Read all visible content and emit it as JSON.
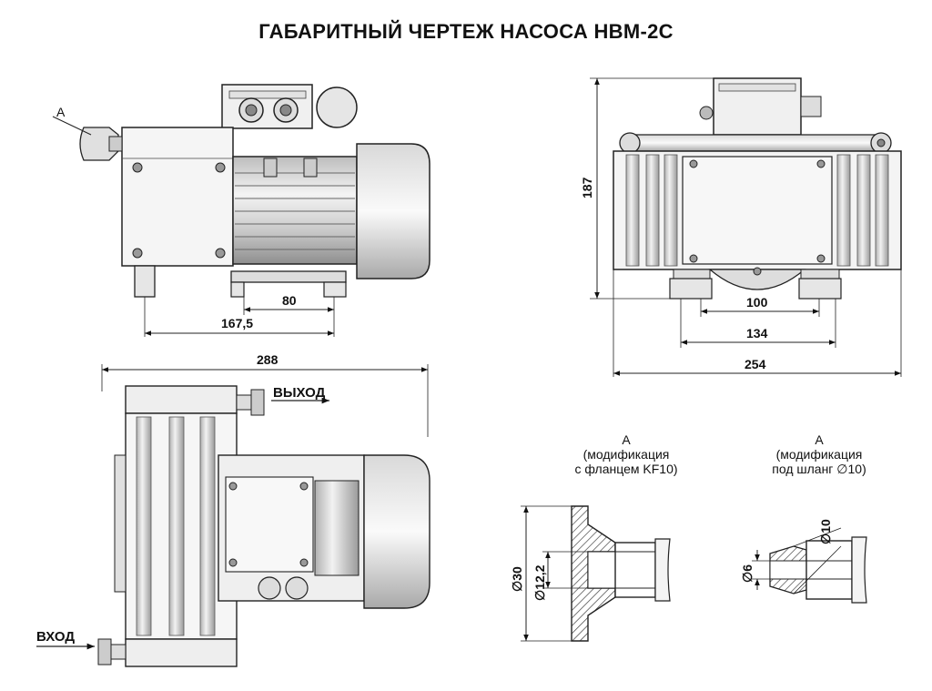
{
  "title": "ГАБАРИТНЫЙ ЧЕРТЕЖ НАСОСА НВМ-2С",
  "front_view": {
    "callout": "А",
    "dims": {
      "d80": "80",
      "d167": "167,5"
    }
  },
  "side_view": {
    "dims": {
      "d187": "187",
      "d100": "100",
      "d134": "134",
      "d254": "254"
    }
  },
  "top_view": {
    "dims": {
      "d288": "288"
    },
    "outlet_label": "ВЫХОД",
    "inlet_label": "ВХОД"
  },
  "detail_kf10": {
    "title_line1": "А",
    "title_line2": "(модификация",
    "title_line3": "с фланцем KF10)",
    "dims": {
      "d30": "∅30",
      "d12": "∅12,2"
    }
  },
  "detail_hose": {
    "title_line1": "А",
    "title_line2": "(модификация",
    "title_line3": "под шланг  ∅10)",
    "dims": {
      "d10": "∅10",
      "d6": "∅6"
    }
  }
}
